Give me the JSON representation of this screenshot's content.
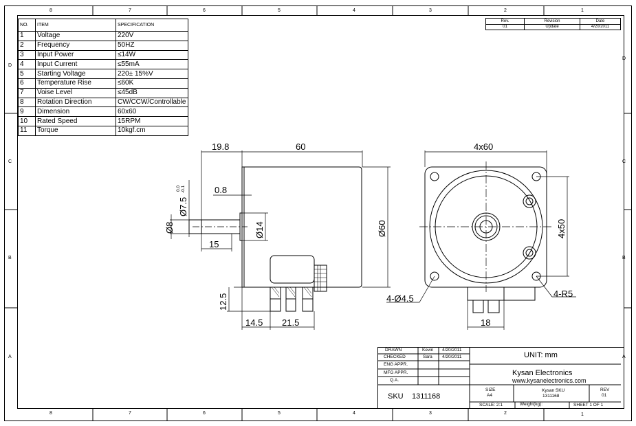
{
  "zones": {
    "top": [
      "8",
      "7",
      "6",
      "5",
      "4",
      "3",
      "2",
      "1"
    ],
    "side": [
      "D",
      "C",
      "B",
      "A"
    ]
  },
  "spec_table": {
    "headers": [
      "NO.",
      "ITEM",
      "SPECIFICATION"
    ],
    "rows": [
      {
        "no": "1",
        "item": "Voltage",
        "spec": "220V"
      },
      {
        "no": "2",
        "item": "Frequency",
        "spec": "50HZ"
      },
      {
        "no": "3",
        "item": "Input Power",
        "spec": "≤14W"
      },
      {
        "no": "4",
        "item": "Input Current",
        "spec": "≤55mA"
      },
      {
        "no": "5",
        "item": "Starting Voltage",
        "spec": "220± 15%V"
      },
      {
        "no": "6",
        "item": "Temperature Rise",
        "spec": "≤60K"
      },
      {
        "no": "7",
        "item": "Voise Level",
        "spec": "≤45dB"
      },
      {
        "no": "8",
        "item": "Rotation Direction",
        "spec": "CW/CCW/Controllable"
      },
      {
        "no": "9",
        "item": "Dimension",
        "spec": "60x60"
      },
      {
        "no": "10",
        "item": "Rated Speed",
        "spec": "15RPM"
      },
      {
        "no": "11",
        "item": "Torque",
        "spec": "10kgf.cm"
      }
    ]
  },
  "revision_table": {
    "headers": [
      "Rev.",
      "Revision",
      "Date"
    ],
    "row": [
      "01",
      "Update",
      "4/20/2011"
    ]
  },
  "dimensions": {
    "side": {
      "shaft_len": "19.8",
      "body_len": "60",
      "flange": "0.8",
      "shaft_d": "Ø7.5",
      "tol_upper": "0.0",
      "tol_lower": "-0.1",
      "shaft_d8": "Ø8",
      "boss_d": "Ø14",
      "body_d": "Ø60",
      "flat_len": "15",
      "term_h": "12.5",
      "term_off": "14.5",
      "term_w": "21.5"
    },
    "front": {
      "width": "4x60",
      "hole_pitch": "4x50",
      "holes": "4-Ø4.5",
      "corner_r": "4-R5",
      "conn_w": "18"
    }
  },
  "title_block": {
    "drawn_label": "DRAWN",
    "drawn_by": "Kevin",
    "drawn_date": "4/20/2011",
    "checked_label": "CHECKED",
    "checked_by": "Sara",
    "checked_date": "4/20/2011",
    "eng_label": "ENG APPR.",
    "mfg_label": "MFG APPR.",
    "qa_label": "Q.A.",
    "unit": "UNIT: mm",
    "company": "Kysan Electronics",
    "website": "www.kysanelectronics.com",
    "sku_label": "SKU",
    "sku": "1311168",
    "size_label": "SIZE",
    "size": "A4",
    "kysan_sku_label": "Kysan SKU",
    "kysan_sku": "1311168",
    "rev_label": "REV",
    "rev": "01",
    "scale": "SCALE: 2:1",
    "weight": "Weight(kg):",
    "sheet": "SHEET 1 OF 1"
  }
}
